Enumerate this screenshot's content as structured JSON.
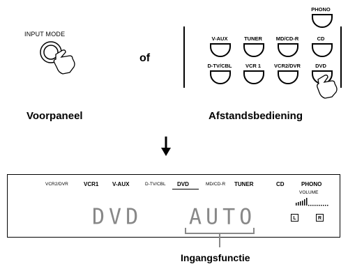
{
  "front_panel": {
    "input_mode_label": "INPUT MODE",
    "caption": "Voorpaneel"
  },
  "connector": "of",
  "remote": {
    "caption": "Afstandsbediening",
    "keys": {
      "phono": "PHONO",
      "vaux": "V-AUX",
      "tuner": "TUNER",
      "mdcdr": "MD/CD-R",
      "cd": "CD",
      "dtvcbl": "D-TV/CBL",
      "vcr1": "VCR 1",
      "vcr2dvr": "VCR2/DVR",
      "dvd": "DVD"
    }
  },
  "display": {
    "inputs": {
      "vcr2dvr": "VCR2/DVR",
      "vcr1": "VCR1",
      "vaux": "V-AUX",
      "dtvcbl": "D-TV/CBL",
      "dvd": "DVD",
      "mdcdr": "MD/CD-R",
      "tuner": "TUNER",
      "cd": "CD",
      "phono": "PHONO"
    },
    "volume_label": "VOLUME",
    "main_text": "DVD",
    "mode_text": "AUTO",
    "left_indicator": "L",
    "right_indicator": "R"
  },
  "annotation": "Ingangsfunctie"
}
